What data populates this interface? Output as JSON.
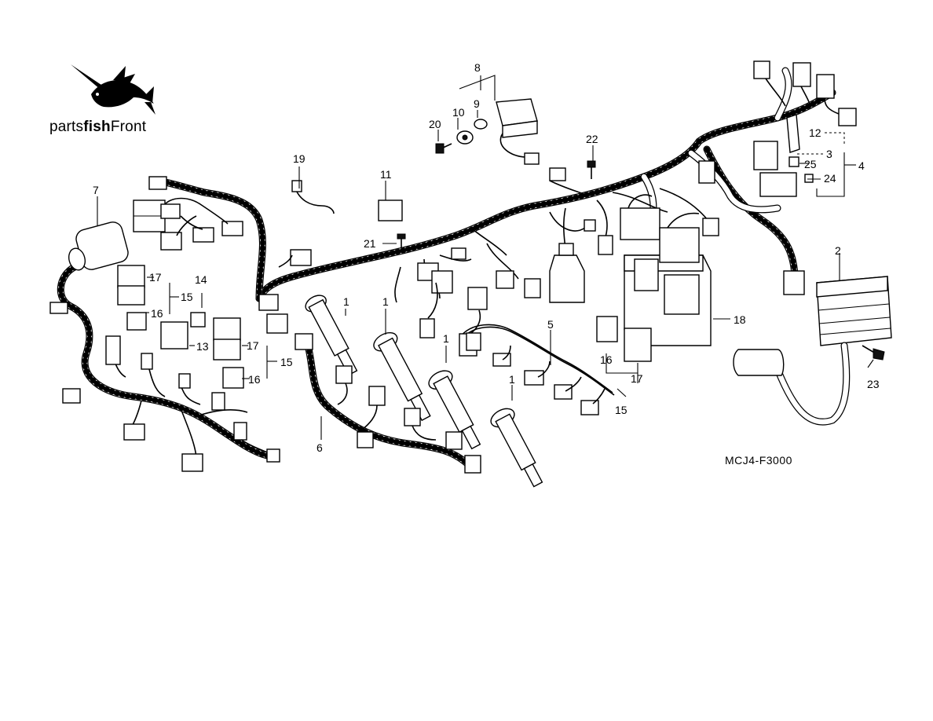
{
  "brand": {
    "name_prefix": "parts",
    "name_bold": "fish",
    "name_suffix": "Front",
    "logo_icon": "swordfish-icon"
  },
  "diagram": {
    "code": "MCJ4-F3000",
    "callouts": {
      "c1a": "1",
      "c1b": "1",
      "c1c": "1",
      "c1d": "1",
      "c2": "2",
      "c3": "3",
      "c4": "4",
      "c5": "5",
      "c6": "6",
      "c7": "7",
      "c8": "8",
      "c9": "9",
      "c10": "10",
      "c11": "11",
      "c12": "12",
      "c13": "13",
      "c14": "14",
      "c15a": "15",
      "c15b": "15",
      "c15c": "15",
      "c16a": "16",
      "c16b": "16",
      "c16c": "16",
      "c17a": "17",
      "c17b": "17",
      "c17c": "17",
      "c18": "18",
      "c19": "19",
      "c20": "20",
      "c21": "21",
      "c22": "22",
      "c23": "23",
      "c24": "24",
      "c25": "25"
    }
  }
}
